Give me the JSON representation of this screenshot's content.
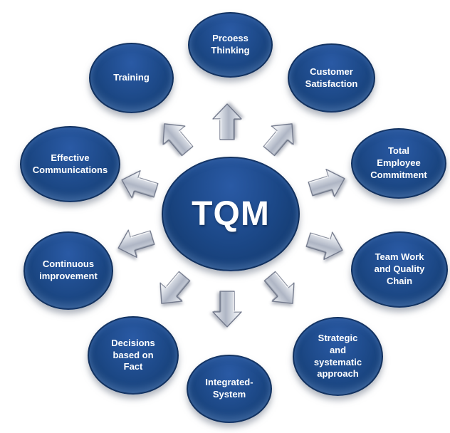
{
  "diagram": {
    "type": "hub-and-spoke",
    "center": {
      "label": "TQM"
    },
    "nodes": [
      {
        "id": "process-thinking",
        "label": "Prcoess Thinking",
        "position": "top"
      },
      {
        "id": "customer-satisfaction",
        "label": "Customer Satisfaction",
        "position": "top-right"
      },
      {
        "id": "total-employee-commitment",
        "label": "Total Employee Commitment",
        "position": "right-upper"
      },
      {
        "id": "team-work-and-quality-chain",
        "label": "Team Work and Quality Chain",
        "position": "right-lower"
      },
      {
        "id": "strategic-systematic-approach",
        "label": "Strategic and systematic approach",
        "position": "bottom-right"
      },
      {
        "id": "integrated-system",
        "label": "Integrated-System",
        "position": "bottom"
      },
      {
        "id": "decisions-based-on-fact",
        "label": "Decisions based on Fact",
        "position": "bottom-left"
      },
      {
        "id": "continuous-improvement",
        "label": "Continuous improvement",
        "position": "left-lower"
      },
      {
        "id": "effective-communications",
        "label": "Effective Communications",
        "position": "left-upper"
      },
      {
        "id": "training",
        "label": "Training",
        "position": "top-left"
      }
    ],
    "arrows": {
      "direction": "outward-from-center",
      "list": [
        "up",
        "up-right",
        "right-up",
        "right-down",
        "down-right",
        "down",
        "down-left",
        "left-down",
        "left-up",
        "up-left"
      ]
    },
    "colors": {
      "node_blue_light": "#2a5aa5",
      "node_blue": "#1c4886",
      "node_blue_dark": "#123868",
      "arrow_silver_light": "#f7f8fa",
      "arrow_silver_mid": "#aeb5c4",
      "arrow_silver_edge": "#6e7588",
      "text": "#ffffff",
      "background": "#ffffff"
    }
  }
}
